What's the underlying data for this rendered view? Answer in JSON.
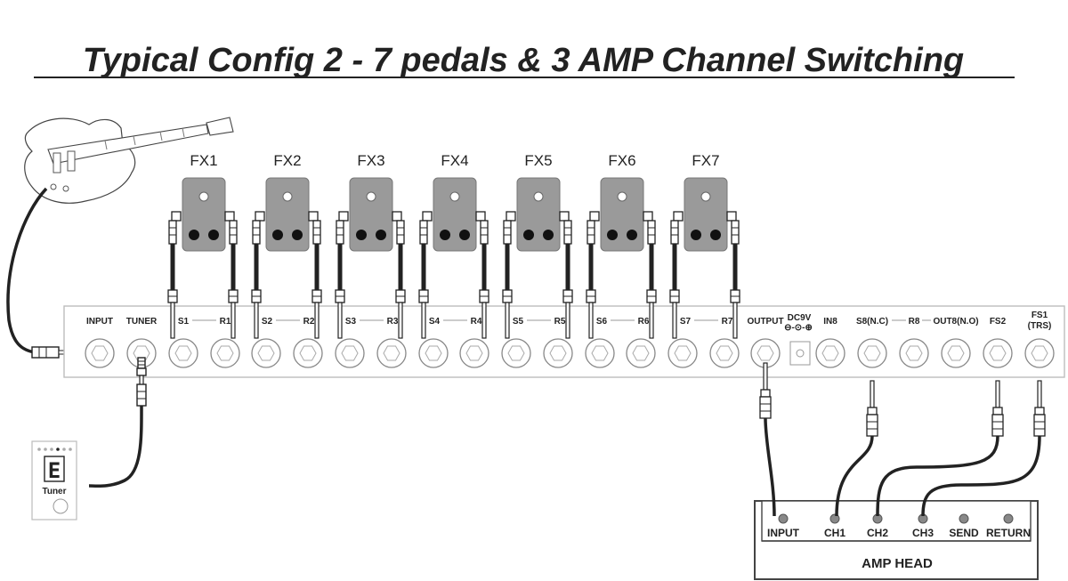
{
  "title": "Typical Config 2 - 7 pedals & 3 AMP Channel Switching",
  "pedals": [
    "FX1",
    "FX2",
    "FX3",
    "FX4",
    "FX5",
    "FX6",
    "FX7"
  ],
  "panel_labels": {
    "input": "INPUT",
    "tuner": "TUNER",
    "loops": [
      {
        "send": "S1",
        "ret": "R1"
      },
      {
        "send": "S2",
        "ret": "R2"
      },
      {
        "send": "S3",
        "ret": "R3"
      },
      {
        "send": "S4",
        "ret": "R4"
      },
      {
        "send": "S5",
        "ret": "R5"
      },
      {
        "send": "S6",
        "ret": "R6"
      },
      {
        "send": "S7",
        "ret": "R7"
      }
    ],
    "output": "OUTPUT",
    "dc": "DC9V",
    "in8": "IN8",
    "s8": "S8(N.C)",
    "r8": "R8",
    "out8": "OUT8(N.O)",
    "fs2": "FS2",
    "fs1": "FS1",
    "fs1_sub": "(TRS)"
  },
  "tuner_device": {
    "display": "E",
    "label": "Tuner"
  },
  "amp": {
    "title": "AMP HEAD",
    "jacks": [
      "INPUT",
      "CH1",
      "CH2",
      "CH3",
      "SEND",
      "RETURN"
    ]
  },
  "colors": {
    "ink": "#222222",
    "pedal": "#9a9a9a",
    "panel": "#bdbdbd"
  }
}
